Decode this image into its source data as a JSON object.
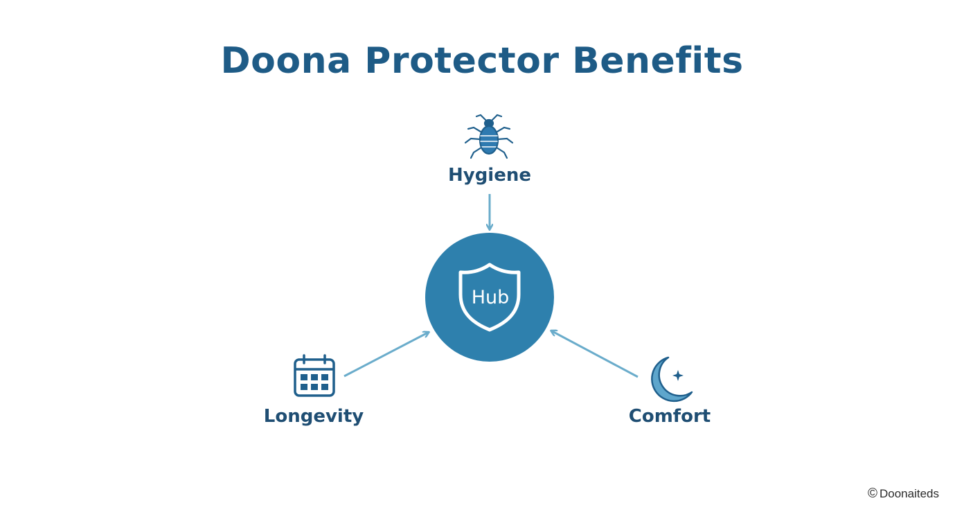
{
  "title": "Doona Protector Benefits",
  "hub": {
    "label": "Hub"
  },
  "nodes": [
    {
      "id": "hygiene",
      "label": "Hygiene",
      "icon": "bug-icon"
    },
    {
      "id": "longevity",
      "label": "Longevity",
      "icon": "calendar-icon"
    },
    {
      "id": "comfort",
      "label": "Comfort",
      "icon": "moon-icon"
    }
  ],
  "footer": {
    "symbol": "©",
    "text": "Doonaiteds"
  },
  "colors": {
    "title": "#1e5b86",
    "label": "#1f4e73",
    "hub_fill": "#2e80ad",
    "arrow": "#6aaccb",
    "icon": "#1f5f8c",
    "moon_fill": "#5ea6cc"
  }
}
